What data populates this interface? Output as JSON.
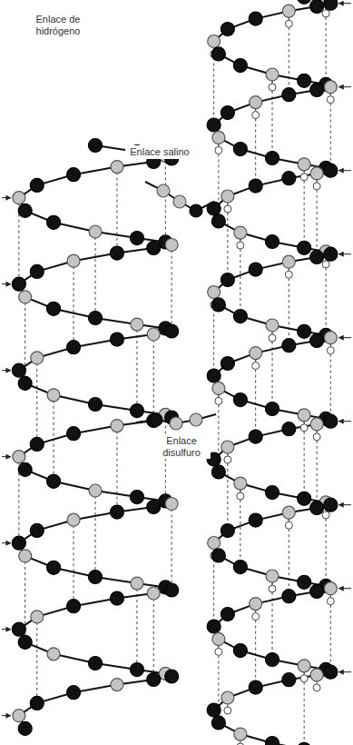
{
  "diagram": {
    "labels": [
      "Enlace de hidrógeno",
      "Enlace salino",
      "Enlace disulfuro"
    ]
  }
}
